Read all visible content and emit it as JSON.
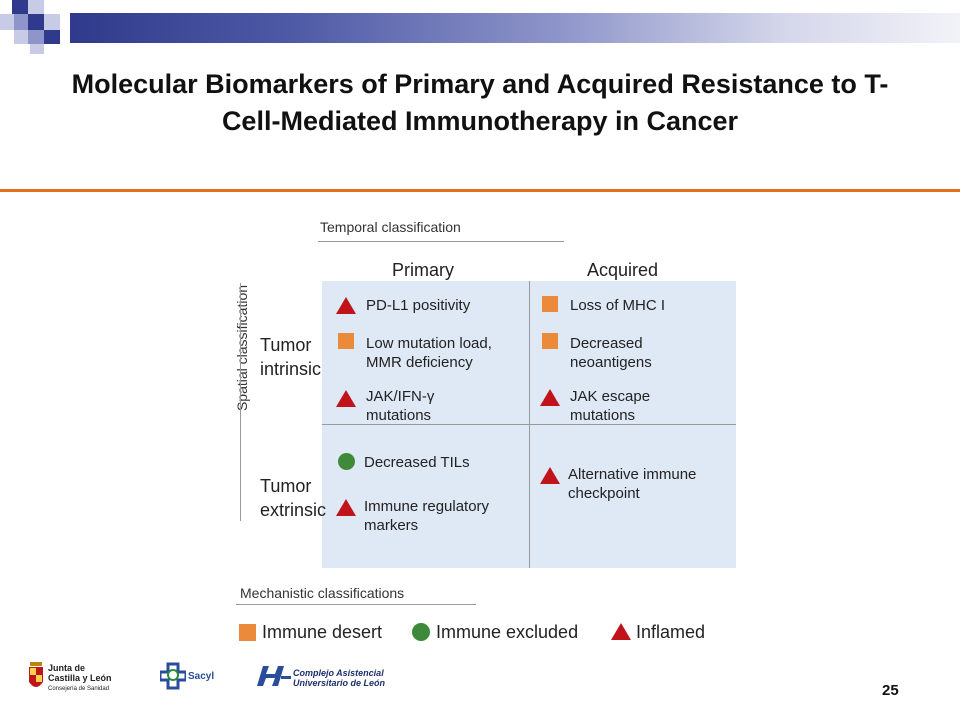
{
  "slide": {
    "title": "Molecular Biomarkers of Primary and Acquired Resistance to T-Cell-Mediated Immunotherapy in Cancer",
    "page_number": "25",
    "accent_color": "#e2711d"
  },
  "diagram": {
    "temporal_caption": "Temporal classification",
    "spatial_caption": "Spatial classification",
    "columns": [
      "Primary",
      "Acquired"
    ],
    "rows": [
      {
        "line1": "Tumor",
        "line2": "intrinsic"
      },
      {
        "line1": "Tumor",
        "line2": "extrinsic"
      }
    ],
    "cells": {
      "intrinsic_primary": [
        {
          "marker": "inflamed-triangle",
          "line1": "PD-L1 positivity",
          "line2": ""
        },
        {
          "marker": "immune-desert-square",
          "line1": "Low mutation load,",
          "line2": "MMR deficiency"
        },
        {
          "marker": "inflamed-triangle",
          "line1": "JAK/IFN-γ",
          "line2": "mutations"
        }
      ],
      "intrinsic_acquired": [
        {
          "marker": "immune-desert-square",
          "line1": "Loss of MHC I",
          "line2": ""
        },
        {
          "marker": "immune-desert-square",
          "line1": "Decreased",
          "line2": "neoantigens"
        },
        {
          "marker": "inflamed-triangle",
          "line1": "JAK escape",
          "line2": "mutations"
        }
      ],
      "extrinsic_primary": [
        {
          "marker": "immune-excluded-circle",
          "line1": "Decreased TILs",
          "line2": ""
        },
        {
          "marker": "inflamed-triangle",
          "line1": "Immune regulatory",
          "line2": "markers"
        }
      ],
      "extrinsic_acquired": [
        {
          "marker": "inflamed-triangle",
          "line1": "Alternative immune",
          "line2": "checkpoint"
        }
      ]
    },
    "mechanistic_caption": "Mechanistic classifications",
    "legend": [
      {
        "marker": "immune-desert-square",
        "label": "Immune desert",
        "color": "#ec8a3c"
      },
      {
        "marker": "immune-excluded-circle",
        "label": "Immune excluded",
        "color": "#3f8a3a"
      },
      {
        "marker": "inflamed-triangle",
        "label": "Inflamed",
        "color": "#c0141a"
      }
    ],
    "cell_background": "#dfe8f5"
  },
  "footer": {
    "logo1_line1": "Junta de",
    "logo1_line2": "Castilla y León",
    "logo1_line3": "Consejería de Sanidad",
    "logo2_text": "Sacyl",
    "logo3_line1": "Complejo Asistencial",
    "logo3_line2": "Universitario de León"
  }
}
